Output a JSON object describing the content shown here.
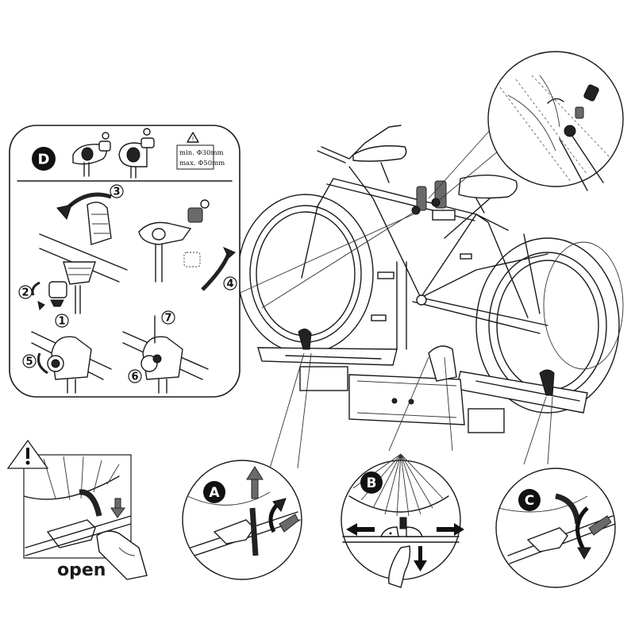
{
  "panel_d": {
    "badge": "D",
    "warning_icon": "warning-triangle-icon",
    "spec_min": "min. Φ30mm",
    "spec_max": "max. Φ50mm",
    "steps": [
      "1",
      "2",
      "3",
      "4",
      "5",
      "6",
      "7"
    ]
  },
  "details": {
    "a": {
      "badge": "A"
    },
    "b": {
      "badge": "B"
    },
    "c": {
      "badge": "C"
    }
  },
  "open_panel": {
    "warning_icon": "warning-triangle-icon",
    "label": "open"
  },
  "colors": {
    "line": "#1a1a1a",
    "badge_fill": "#111111",
    "background": "#ffffff"
  }
}
